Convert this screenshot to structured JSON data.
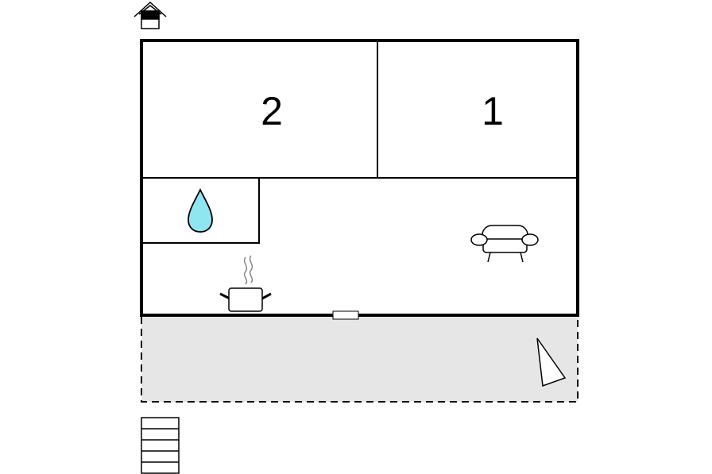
{
  "floor_plan": {
    "rooms": [
      {
        "id": "bedroom-2",
        "label": "2"
      },
      {
        "id": "bedroom-1",
        "label": "1"
      }
    ],
    "icons": [
      {
        "name": "entrance-house-icon"
      },
      {
        "name": "bathroom-water-drop-icon"
      },
      {
        "name": "living-room-sofa-icon"
      },
      {
        "name": "kitchen-pot-icon"
      },
      {
        "name": "terrace-sun-umbrella-icon"
      },
      {
        "name": "stairs-icon"
      }
    ],
    "colors": {
      "wall": "#000000",
      "terrace_fill": "#e6e6e6",
      "water": "#8fe6f0",
      "door": "#ffffff"
    }
  }
}
